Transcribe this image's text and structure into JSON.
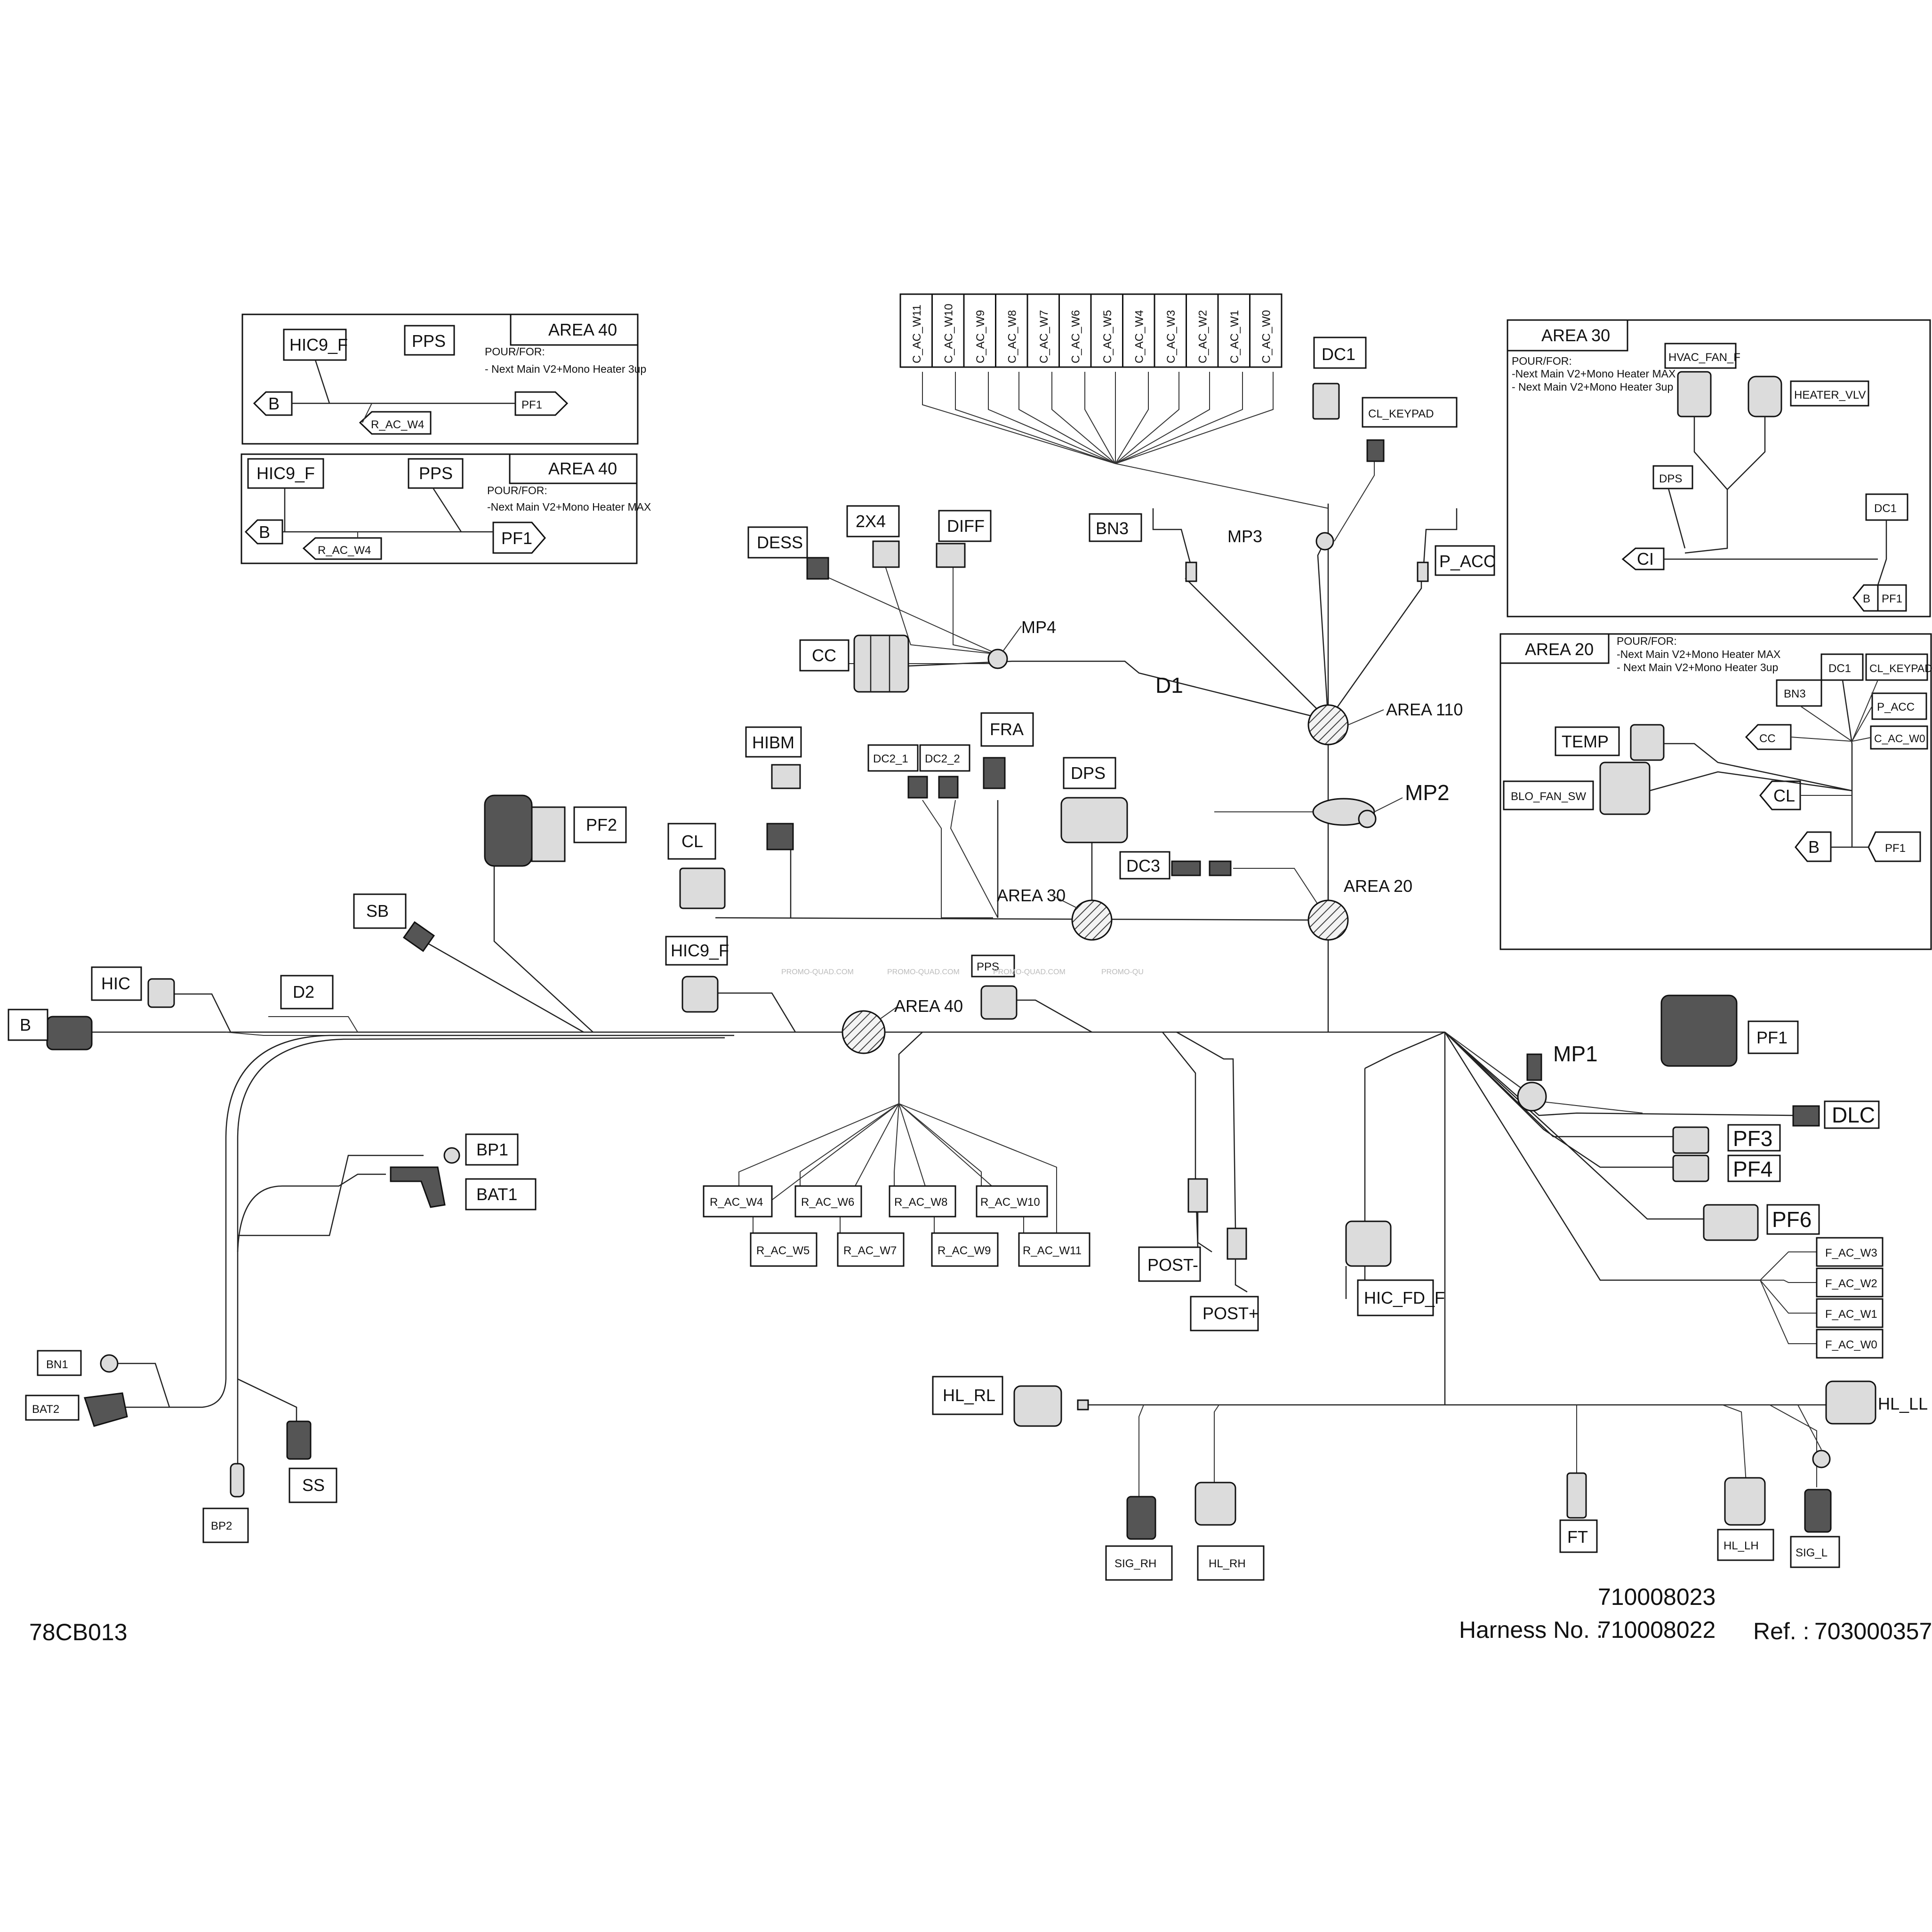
{
  "diagram": {
    "drawing_id": "78CB013",
    "harness": {
      "part_a": "710008023",
      "harness_label": "Harness No. :",
      "harness_no": "710008022",
      "ref_label": "Ref. :",
      "ref_no": "703000357"
    },
    "watermark": [
      "PROMO-QUAD.COM",
      "PROMO-QUAD.COM",
      "PROMO-QUAD.COM",
      "PROMO-QU"
    ],
    "top_pins": [
      "C_AC_W11",
      "C_AC_W10",
      "C_AC_W9",
      "C_AC_W8",
      "C_AC_W7",
      "C_AC_W6",
      "C_AC_W5",
      "C_AC_W4",
      "C_AC_W3",
      "C_AC_W2",
      "C_AC_W1",
      "C_AC_W0"
    ],
    "main_labels": {
      "dc1": "DC1",
      "cl_keypad": "CL_KEYPAD",
      "bn3": "BN3",
      "mp3": "MP3",
      "p_acc": "P_ACC",
      "dess": "DESS",
      "x2x4": "2X4",
      "diff": "DIFF",
      "mp4": "MP4",
      "cc": "CC",
      "d1": "D1",
      "area110": "AREA 110",
      "hibm": "HIBM",
      "dc2_1": "DC2_1",
      "dc2_2": "DC2_2",
      "fra": "FRA",
      "dps": "DPS",
      "mp2": "MP2",
      "pf2": "PF2",
      "cl": "CL",
      "dc3": "DC3",
      "area30": "AREA 30",
      "area20": "AREA 20",
      "sb": "SB",
      "hic9f": "HIC9_F",
      "pps": "PPS",
      "area40": "AREA 40",
      "hic": "HIC",
      "d2": "D2",
      "b": "B",
      "pf1": "PF1",
      "mp1": "MP1",
      "dlc": "DLC",
      "pf3": "PF3",
      "pf4": "PF4",
      "pf6": "PF6",
      "bp1": "BP1",
      "bat1": "BAT1",
      "post_minus": "POST-",
      "post_plus": "POST+",
      "hic_fd_f": "HIC_FD_F",
      "bn1": "BN1",
      "bat2": "BAT2",
      "ss": "SS",
      "bp2": "BP2",
      "hl_rl": "HL_RL",
      "hl_ll": "HL_LL",
      "sig_rh": "SIG_RH",
      "hl_rh": "HL_RH",
      "ft": "FT",
      "hl_lh": "HL_LH",
      "sig_l": "SIG_L"
    },
    "r_ac_row1": [
      "R_AC_W4",
      "R_AC_W6",
      "R_AC_W8",
      "R_AC_W10"
    ],
    "r_ac_row2": [
      "R_AC_W5",
      "R_AC_W7",
      "R_AC_W9",
      "R_AC_W11"
    ],
    "f_ac": [
      "F_AC_W3",
      "F_AC_W2",
      "F_AC_W1",
      "F_AC_W0"
    ],
    "inset_a": {
      "area": "AREA 40",
      "hic9f": "HIC9_F",
      "pps": "PPS",
      "pour": "POUR/FOR:",
      "line1": "- Next Main V2+Mono Heater 3up",
      "b": "B",
      "pf1": "PF1",
      "wire": "R_AC_W4"
    },
    "inset_b": {
      "area": "AREA 40",
      "hic9f": "HIC9_F",
      "pps": "PPS",
      "pour": "POUR/FOR:",
      "line1": "-Next Main V2+Mono Heater MAX",
      "b": "B",
      "pf1": "PF1",
      "wire": "R_AC_W4"
    },
    "inset_c": {
      "area": "AREA 30",
      "pour": "POUR/FOR:",
      "line1": "-Next Main V2+Mono Heater MAX",
      "line2": "- Next Main V2+Mono Heater 3up",
      "hvac": "HVAC_FAN_F",
      "heater": "HEATER_VLV",
      "dps": "DPS",
      "dc1": "DC1",
      "ci": "CI",
      "b": "B",
      "pf1": "PF1"
    },
    "inset_d": {
      "area": "AREA 20",
      "pour": "POUR/FOR:",
      "line1": "-Next Main V2+Mono Heater MAX",
      "line2": "- Next Main V2+Mono Heater 3up",
      "dc1": "DC1",
      "cl_keypad": "CL_KEYPAD",
      "bn3": "BN3",
      "p_acc": "P_ACC",
      "temp": "TEMP",
      "cc": "CC",
      "c_ac_w0": "C_AC_W0",
      "blo": "BLO_FAN_SW",
      "cl": "CL",
      "b": "B",
      "pf1": "PF1"
    }
  }
}
